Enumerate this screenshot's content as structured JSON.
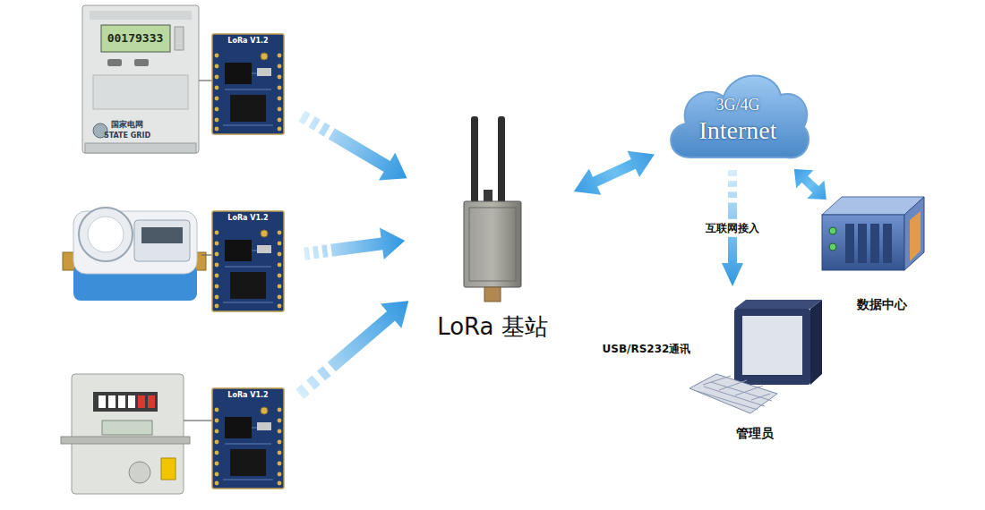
{
  "diagram": {
    "nodes": [
      {
        "text": [
          "LoRa V1.2"
        ]
      },
      {
        "text": [
          "LoRa V1.2"
        ]
      },
      {
        "text": [
          "LoRa V1.2"
        ]
      },
      {
        "text": [
          "LoRa 基站"
        ]
      },
      {
        "text": [
          "3G/4G",
          "Internet"
        ]
      },
      {
        "text": [
          "数据中心"
        ]
      },
      {
        "text": [
          "管理员"
        ]
      }
    ],
    "edges": [
      {
        "from": 0,
        "to": 3,
        "arrow": "to"
      },
      {
        "from": 1,
        "to": 3,
        "arrow": "to"
      },
      {
        "from": 2,
        "to": 3,
        "arrow": "to"
      },
      {
        "from": 3,
        "to": 4,
        "arrow": "both"
      },
      {
        "from": 4,
        "to": 5,
        "arrow": "both"
      },
      {
        "from": 4,
        "to": 6,
        "label": "互联网接入",
        "arrow": "to"
      }
    ],
    "labels": [
      "USB/RS232通讯",
      "00179333",
      "国家电网",
      "STATE GRID"
    ]
  }
}
